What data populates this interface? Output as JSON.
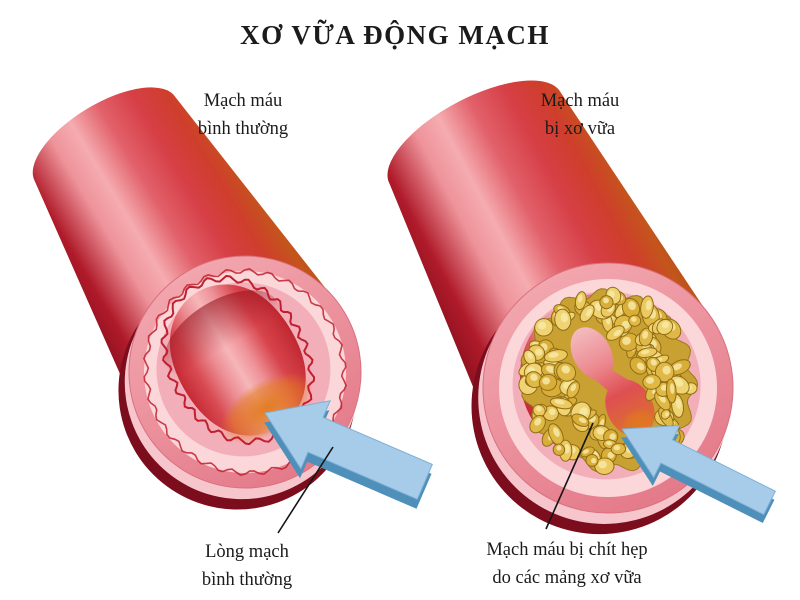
{
  "title": "XƠ VỮA ĐỘNG MẠCH",
  "labels": {
    "normal_vessel": {
      "line1": "Mạch máu",
      "line2": "bình thường"
    },
    "atherosclerotic_vessel": {
      "line1": "Mạch máu",
      "line2": "bị xơ vữa"
    },
    "normal_lumen": {
      "line1": "Lòng mạch",
      "line2": "bình thường"
    },
    "narrowed_vessel": {
      "line1": "Mạch máu bị chít hẹp",
      "line2": "do các mảng xơ vữa"
    }
  },
  "colors": {
    "background": "#ffffff",
    "text": "#1b1b1b",
    "vessel_dark_red": "#8a0f1e",
    "vessel_red": "#d63f46",
    "vessel_highlight_pink": "#f5acb0",
    "vessel_orange": "#bf5316",
    "wall_outer_pink": "#ee98a2",
    "wall_inner_pale": "#fbd7da",
    "wall_mid_pink": "#f3afb9",
    "intima_line_red": "#c0202e",
    "lumen_orange_glow": "#e27a1c",
    "cut_shadow_maroon": "#7c0d1d",
    "plaque_gold": "#dfb744",
    "plaque_outline": "#8f6d16",
    "arrow_blue": "#a7cce9",
    "arrow_blue_dark": "#4f90ba"
  }
}
